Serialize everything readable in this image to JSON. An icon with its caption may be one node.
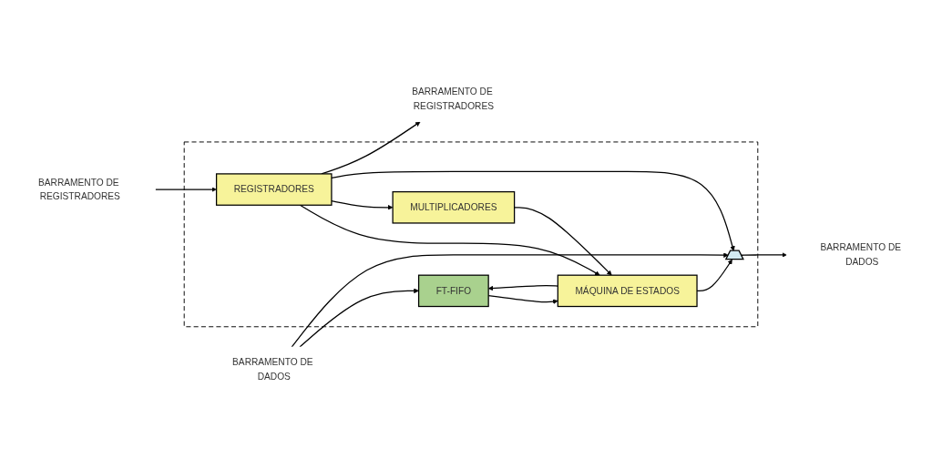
{
  "diagram": {
    "nodes": [
      {
        "text": [],
        "shape": "box"
      },
      {
        "text": [
          "BARRAMENTO DE DADOS"
        ]
      },
      {
        "text": [
          "FT-FIFO"
        ],
        "in": 0
      },
      {
        "text": [
          "MÁQUINA DE ESTADOS"
        ],
        "in": 0
      },
      {
        "text": [],
        "shape": "trapezoid",
        "in": 0
      },
      {
        "text": [
          "BARRAMENTO DE DADOS"
        ]
      },
      {
        "text": [
          "MULTIPLICADORES"
        ],
        "in": 0
      },
      {
        "text": [
          "BARRAMENTO DE REGISTRADORES"
        ]
      },
      {
        "text": [
          "REGISTRADORES"
        ],
        "in": 0
      },
      {
        "text": [
          "BARRAMENTO DE REGISTRADORES"
        ]
      }
    ],
    "edges": [
      {
        "from": 1,
        "to": 2,
        "arrow": "to"
      },
      {
        "from": 1,
        "to": 4,
        "arrow": "to"
      },
      {
        "from": 2,
        "to": 3,
        "arrow": "to"
      },
      {
        "from": 3,
        "to": 4,
        "arrow": "to"
      },
      {
        "from": 4,
        "to": 5,
        "arrow": "to"
      },
      {
        "from": 3,
        "to": 2,
        "arrow": "to"
      },
      {
        "from": 8,
        "to": 3,
        "arrow": "to"
      },
      {
        "from": 8,
        "to": 6,
        "arrow": "to"
      },
      {
        "from": 6,
        "to": 3,
        "arrow": "to"
      },
      {
        "from": 8,
        "to": 4,
        "arrow": "to"
      },
      {
        "from": 7,
        "to": 8,
        "arrow": "to"
      },
      {
        "from": 8,
        "to": 9,
        "arrow": "to"
      }
    ]
  }
}
